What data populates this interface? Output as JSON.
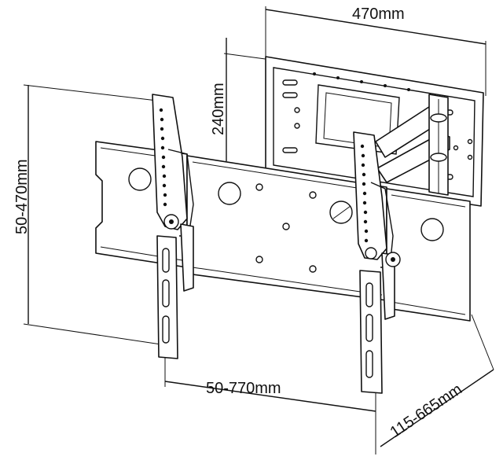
{
  "dimensions": {
    "wall_plate_width": "470mm",
    "wall_plate_height": "240mm",
    "vertical_hole_spacing": "50-470mm",
    "horizontal_hole_spacing": "50-770mm",
    "wall_distance": "115-665mm"
  },
  "colors": {
    "line": "#111111",
    "background": "#ffffff"
  }
}
